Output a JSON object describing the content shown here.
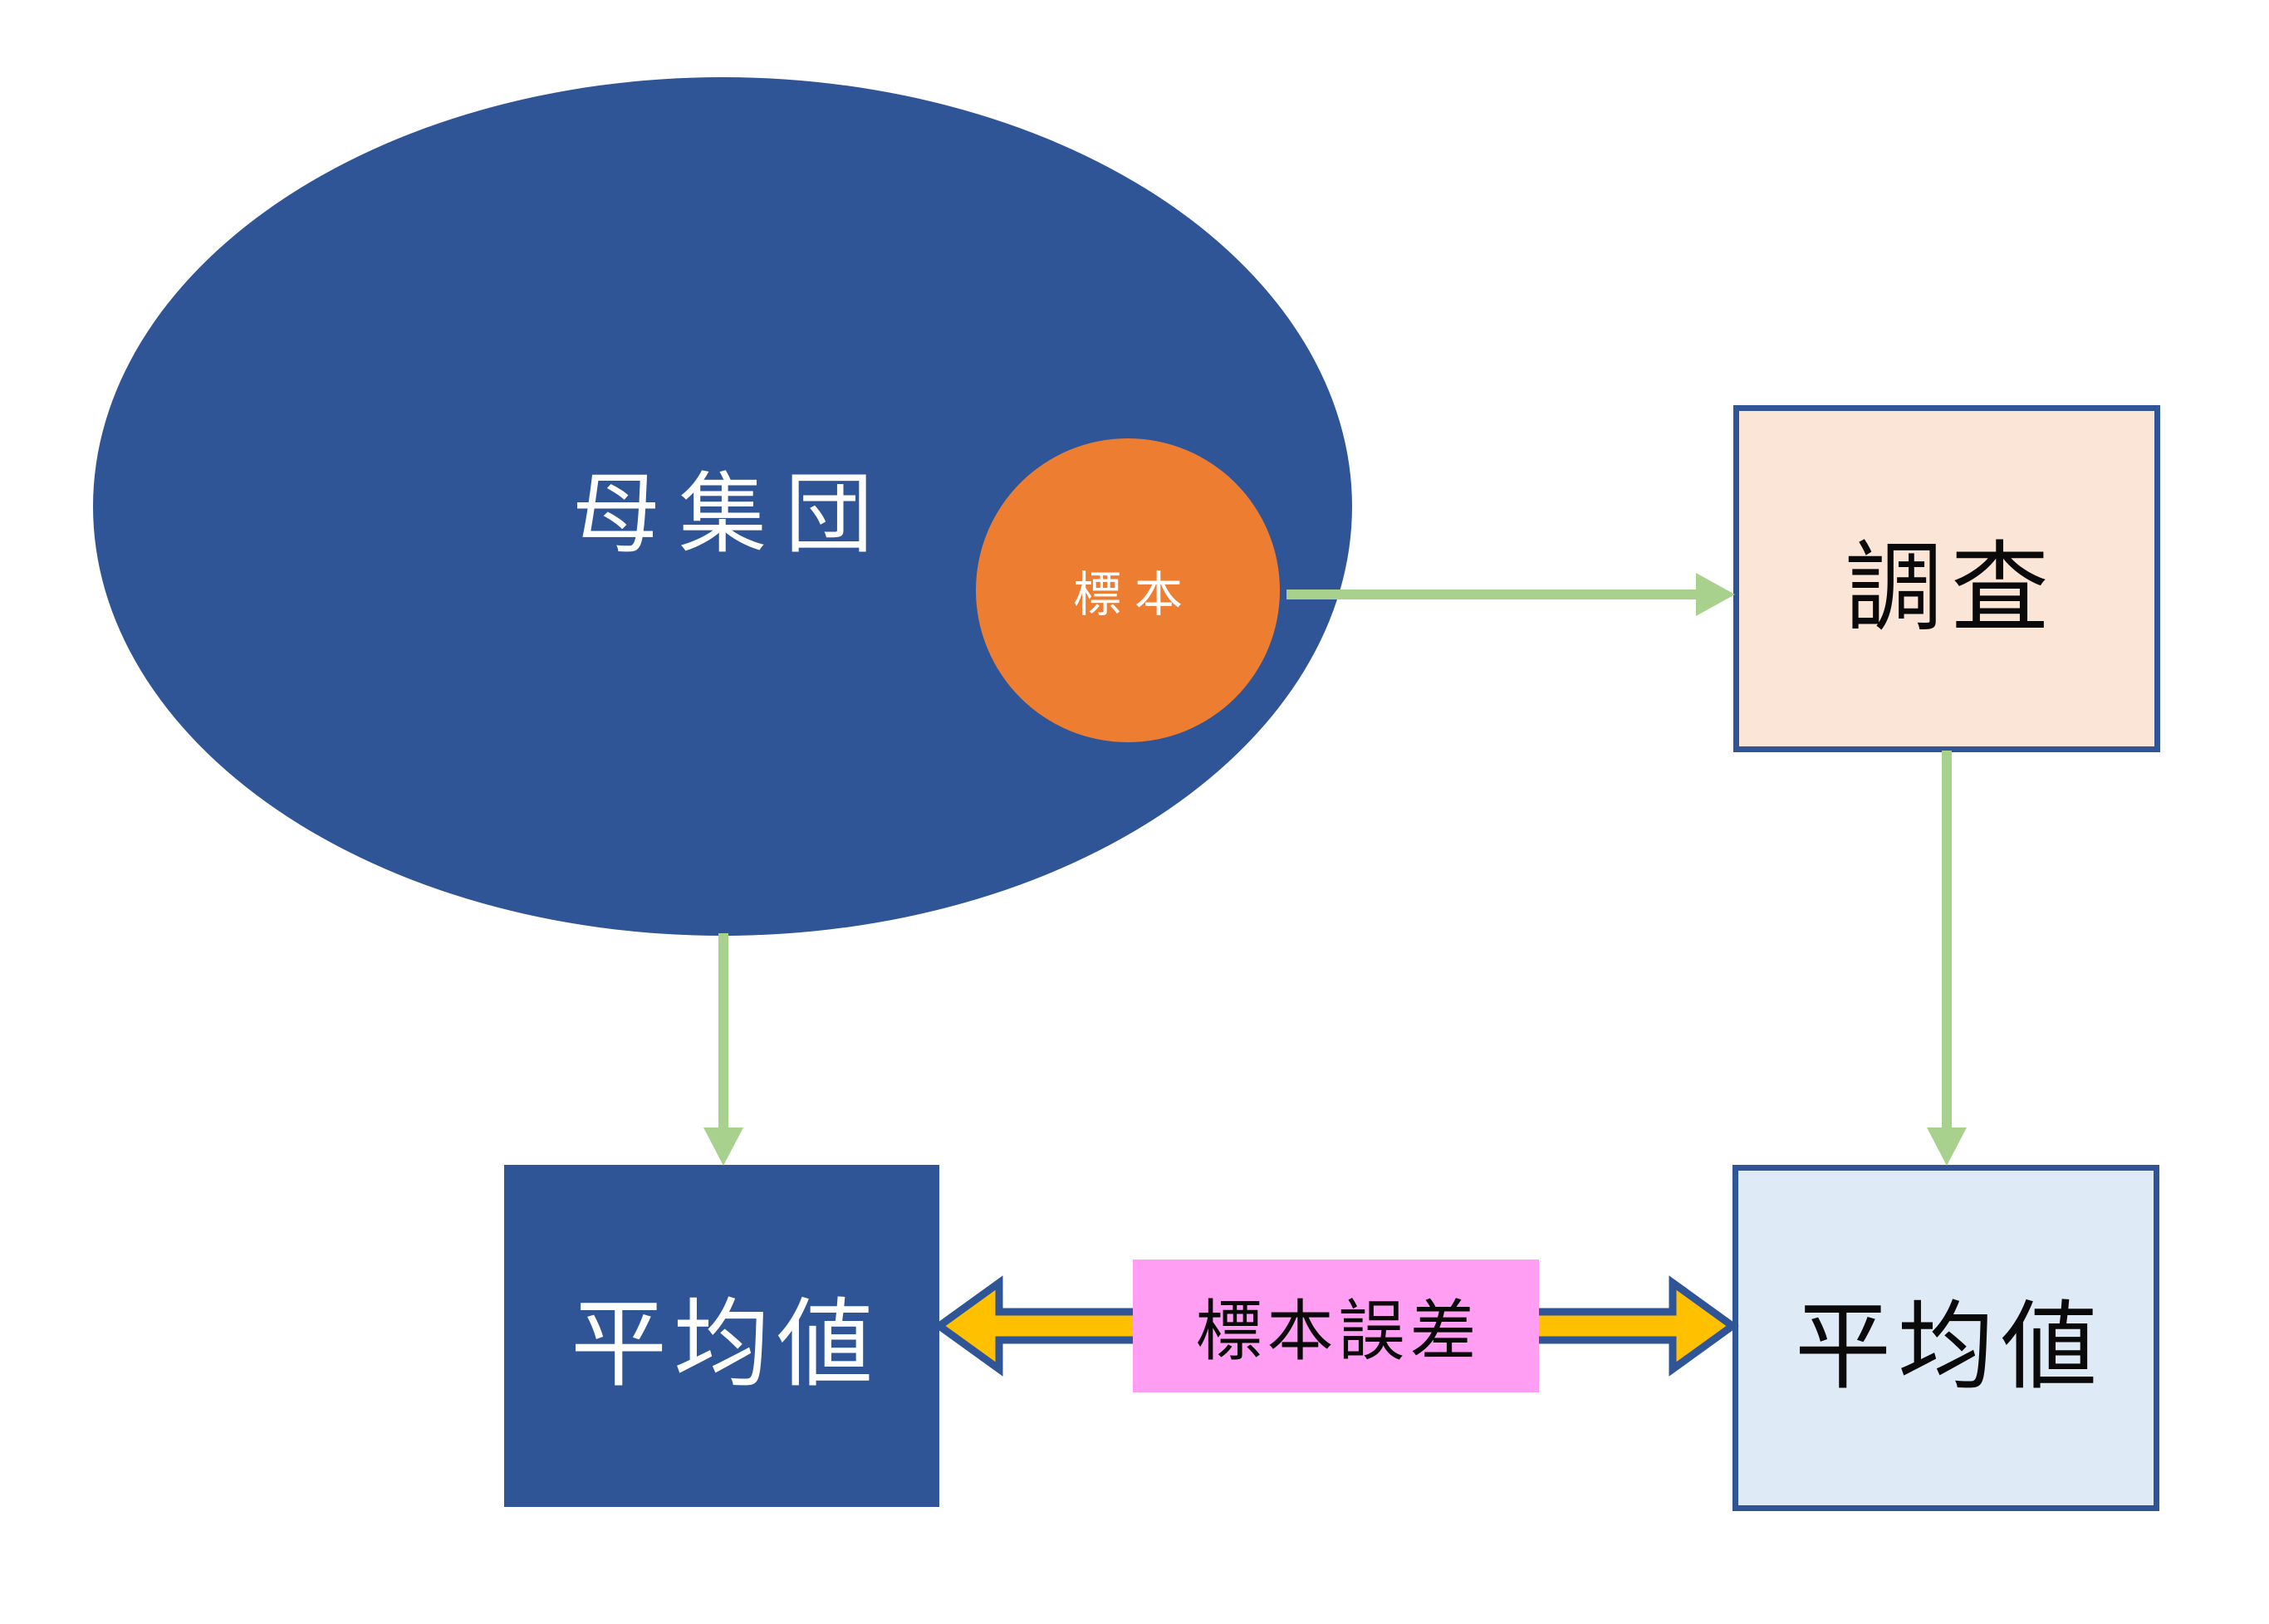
{
  "diagram": {
    "nodes": {
      "population": {
        "label": "母集団"
      },
      "sample": {
        "label": "標本"
      },
      "survey": {
        "label": "調査"
      },
      "population_mean": {
        "label": "平均値"
      },
      "sample_mean": {
        "label": "平均値"
      },
      "sampling_error": {
        "label": "標本誤差"
      }
    },
    "colors": {
      "population_blue": "#2F5597",
      "sample_orange": "#ED7D31",
      "survey_fill": "#FBE5D6",
      "sample_mean_fill": "#DEEBF7",
      "box_border_blue": "#2F5597",
      "connector_green": "#A9D18E",
      "error_arrow_gold": "#FFC000",
      "error_arrow_outline": "#2F5597",
      "sampling_error_pink": "#FF9EF2",
      "background": "#FFFFFF",
      "dark_text": "#0A0A0A",
      "light_text": "#FFFFFF"
    }
  }
}
